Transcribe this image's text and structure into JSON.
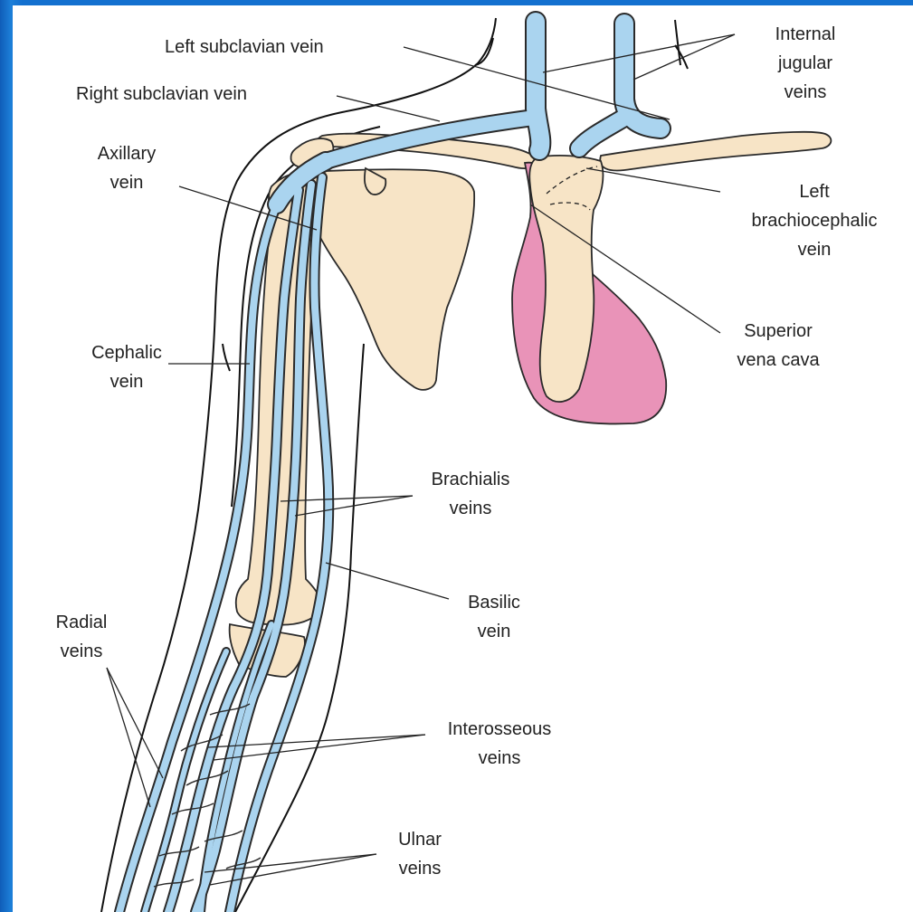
{
  "colors": {
    "frame": "#1466c9",
    "background": "#ffffff",
    "vein": "#aad4ef",
    "bone": "#f7e4c6",
    "heart": "#e993b8",
    "ink": "#222222"
  },
  "labels": {
    "left_subclavian": "Left subclavian vein",
    "right_subclavian": "Right subclavian vein",
    "internal_jugular": [
      "Internal",
      "jugular",
      "veins"
    ],
    "axillary": [
      "Axillary",
      "vein"
    ],
    "left_brachiocephalic": [
      "Left",
      "brachiocephalic",
      "vein"
    ],
    "superior_vena_cava": [
      "Superior",
      "vena cava"
    ],
    "cephalic": [
      "Cephalic",
      "vein"
    ],
    "brachialis": [
      "Brachialis",
      "veins"
    ],
    "basilic": [
      "Basilic",
      "vein"
    ],
    "radial": [
      "Radial",
      "veins"
    ],
    "interosseous": [
      "Interosseous",
      "veins"
    ],
    "ulnar": [
      "Ulnar",
      "veins"
    ]
  }
}
